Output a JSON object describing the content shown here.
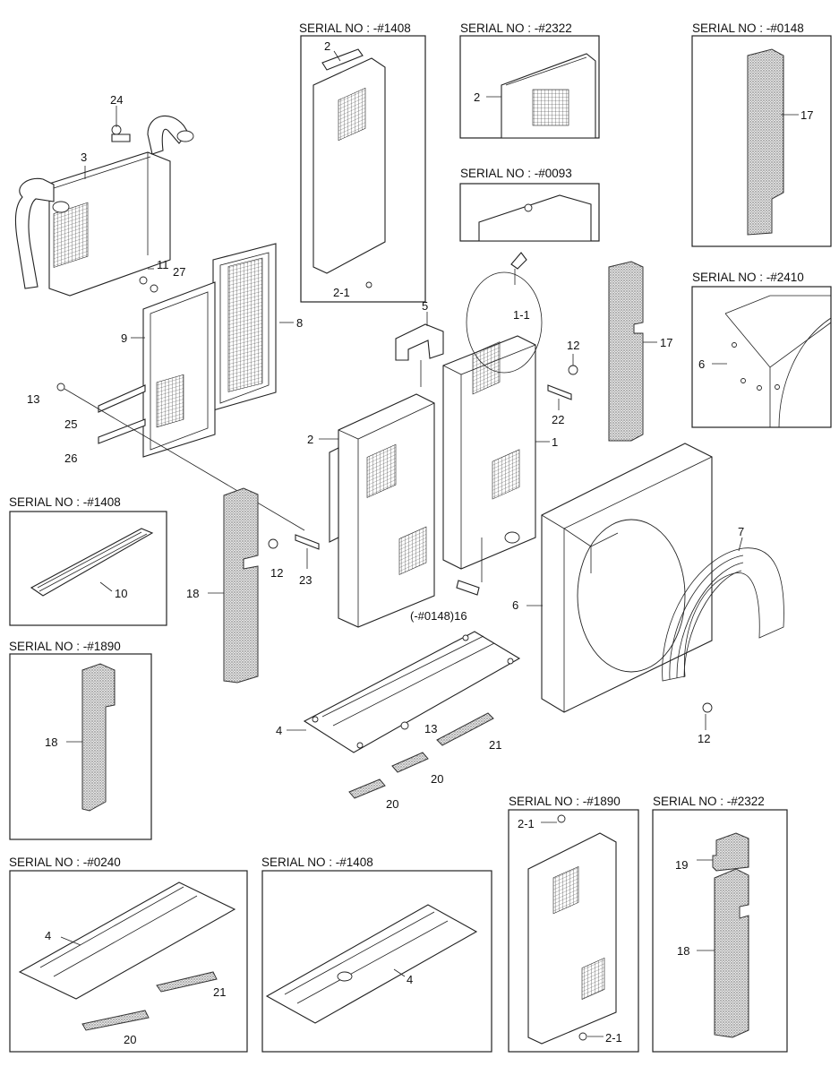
{
  "serial_boxes": [
    {
      "id": "box-1408-top",
      "title": "SERIAL NO : -#1408"
    },
    {
      "id": "box-2322-top",
      "title": "SERIAL NO : -#2322"
    },
    {
      "id": "box-0148",
      "title": "SERIAL NO : -#0148"
    },
    {
      "id": "box-0093",
      "title": "SERIAL NO : -#0093"
    },
    {
      "id": "box-2410",
      "title": "SERIAL NO : -#2410"
    },
    {
      "id": "box-1408-left",
      "title": "SERIAL NO : -#1408"
    },
    {
      "id": "box-1890-left",
      "title": "SERIAL NO : -#1890"
    },
    {
      "id": "box-0240",
      "title": "SERIAL NO : -#0240"
    },
    {
      "id": "box-1408-bottom",
      "title": "SERIAL NO : -#1408"
    },
    {
      "id": "box-1890-bottom",
      "title": "SERIAL NO : -#1890"
    },
    {
      "id": "box-2322-bottom",
      "title": "SERIAL NO : -#2322"
    }
  ],
  "callouts": {
    "c24": "24",
    "c3": "3",
    "c11": "11",
    "c27": "27",
    "c9": "9",
    "c8": "8",
    "c13a": "13",
    "c25": "25",
    "c26": "26",
    "c5": "5",
    "c1_1": "1-1",
    "c12a": "12",
    "c22": "22",
    "c17a": "17",
    "c2main": "2",
    "c1": "1",
    "c18main": "18",
    "c12b": "12",
    "c23": "23",
    "c16": "(-#0148)16",
    "c6main": "6",
    "c7": "7",
    "c12c": "12",
    "c4main": "4",
    "c13b": "13",
    "c21main": "21",
    "c20a": "20",
    "c20b": "20",
    "b1408_2": "2",
    "b1408_21": "2-1",
    "b2322_2": "2",
    "b0148_17": "17",
    "b2410_6": "6",
    "b1408l_10": "10",
    "b1890l_18": "18",
    "b0240_4": "4",
    "b0240_21": "21",
    "b0240_20": "20",
    "b1408b_4": "4",
    "b1890b_21top": "2-1",
    "b1890b_21bot": "2-1",
    "b2322b_19": "19",
    "b2322b_18": "18"
  }
}
